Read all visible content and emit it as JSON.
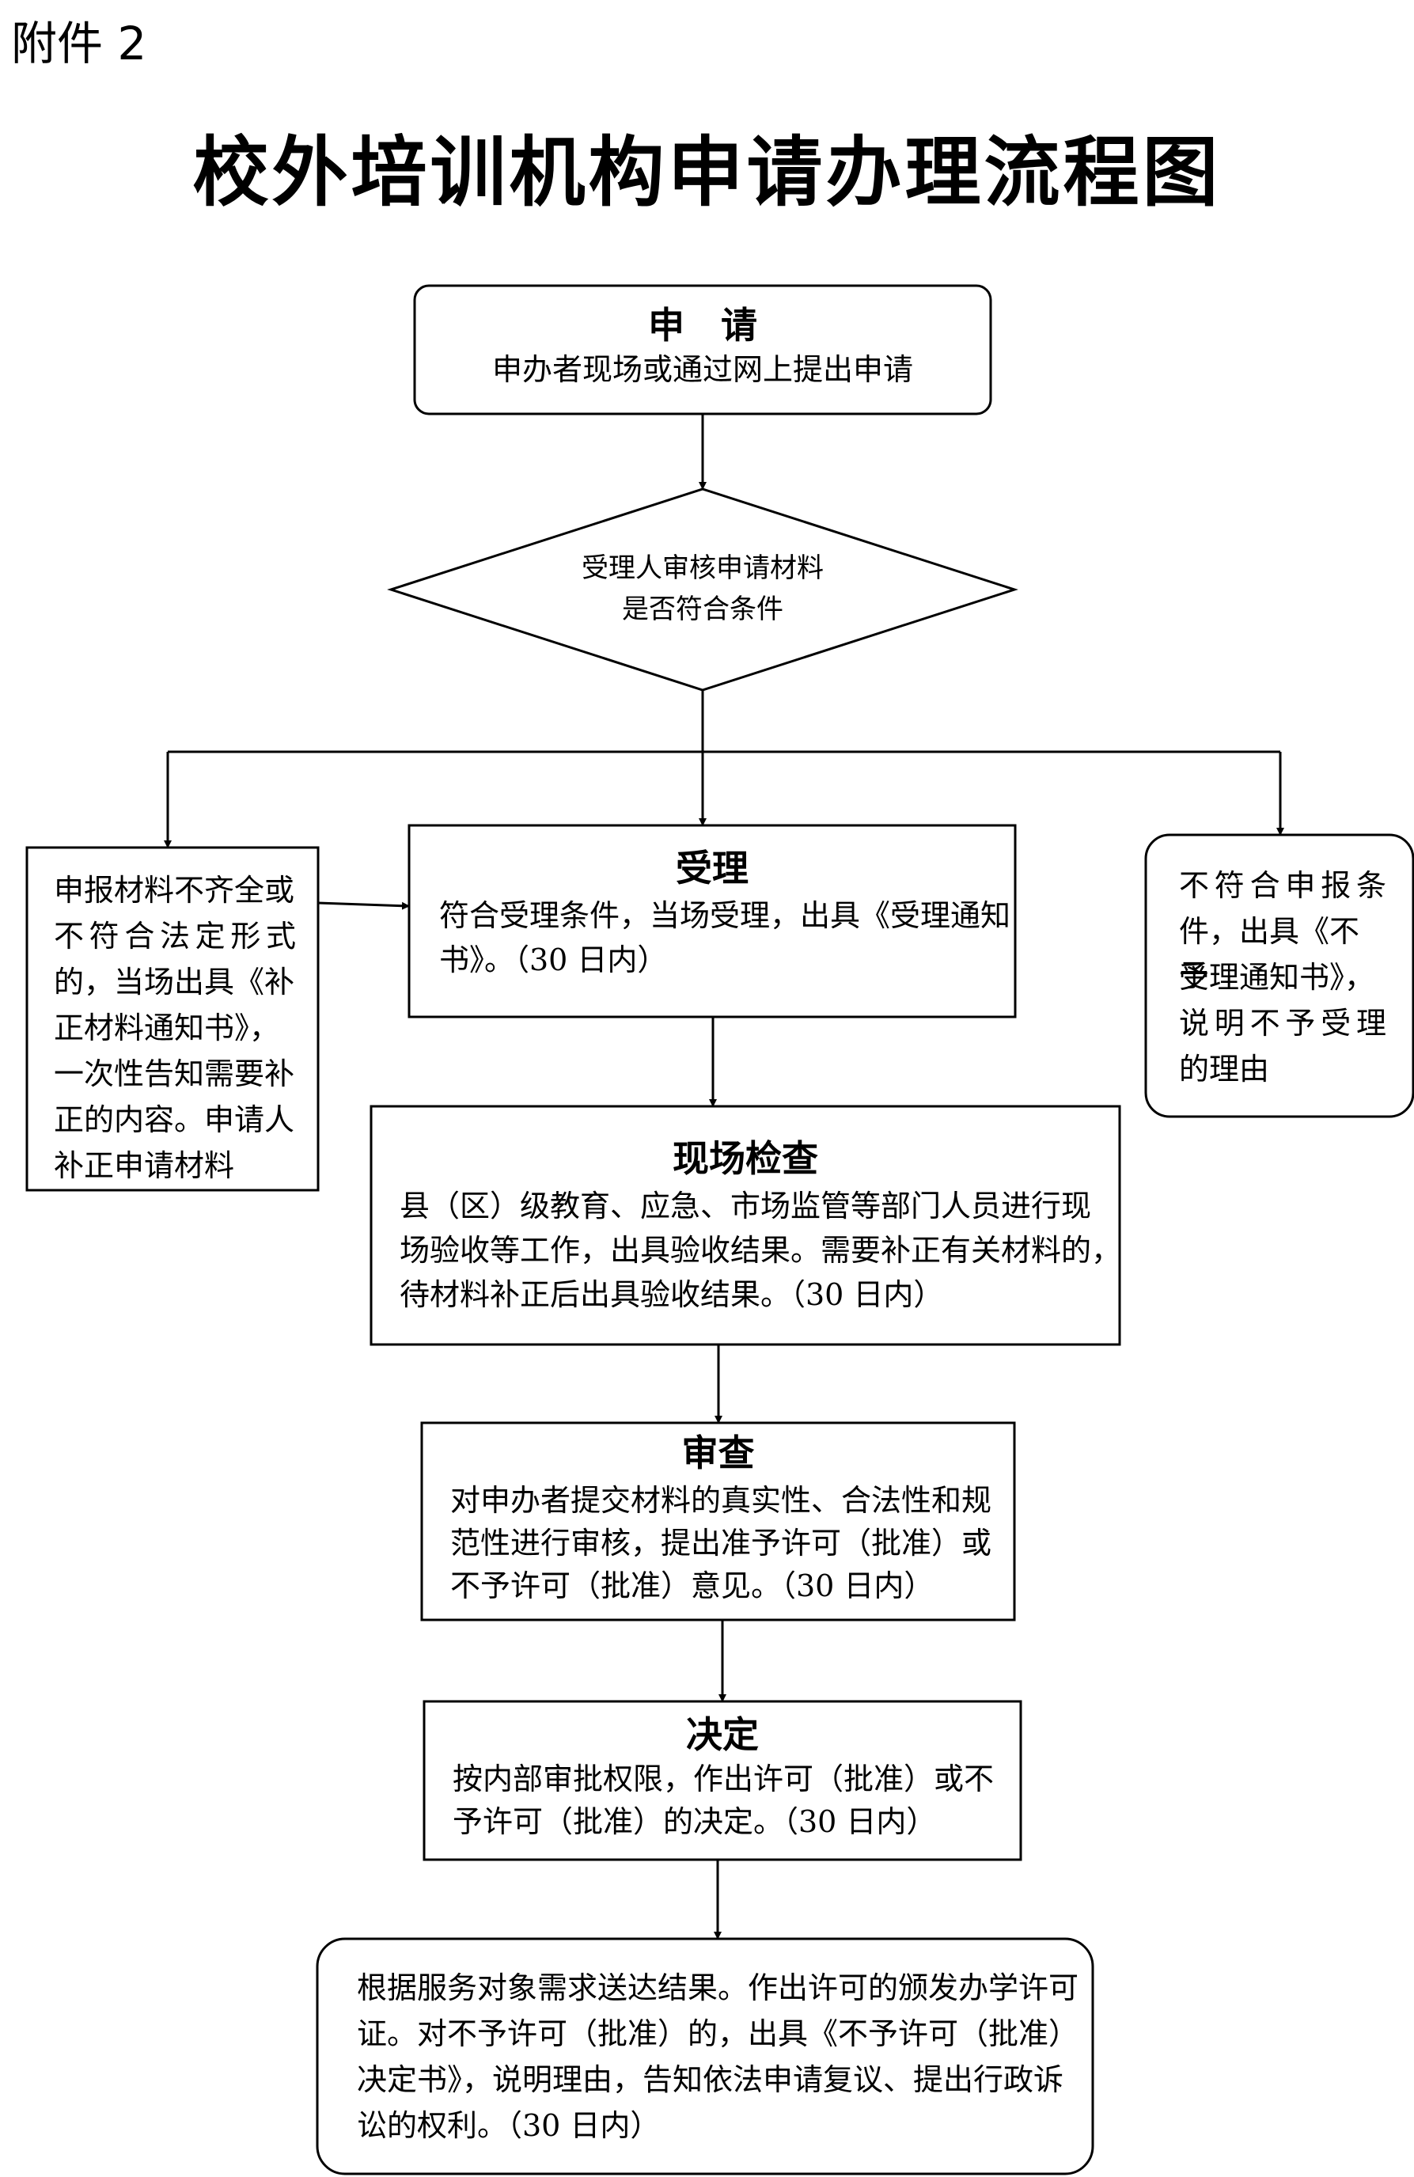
{
  "header": {
    "attachment": "附件 2",
    "title": "校外培训机构申请办理流程图"
  },
  "steps": {
    "apply": {
      "title": "申　请",
      "body": "申办者现场或通过网上提出申请"
    },
    "review_decision": {
      "line1": "受理人审核申请材料",
      "line2": "是否符合条件"
    },
    "accept": {
      "title": "受理",
      "line1": "符合受理条件，当场受理，出具《受理通知",
      "line2": "书》。（30 日内）"
    },
    "supplement": {
      "lines": [
        "申报材料不齐全或",
        "不符合法定形式",
        "的，当场出具《补",
        "正材料通知书》，",
        "一次性告知需要补",
        "正的内容。申请人",
        "补正申请材料"
      ]
    },
    "reject": {
      "lines": [
        "不符合申报条",
        "件，出具《不予",
        "受理通知书》，",
        "说明不予受理",
        "的理由"
      ]
    },
    "inspection": {
      "title": "现场检查",
      "lines": [
        "县（区）级教育、应急、市场监管等部门人员进行现",
        "场验收等工作，出具验收结果。需要补正有关材料的，",
        "待材料补正后出具验收结果。（30 日内）"
      ]
    },
    "examine": {
      "title": "审查",
      "lines": [
        "对申办者提交材料的真实性、合法性和规",
        "范性进行审核，提出准予许可（批准）或",
        "不予许可（批准）意见。（30 日内）"
      ]
    },
    "decide": {
      "title": "决定",
      "lines": [
        "按内部审批权限，作出许可（批准）或不",
        "予许可（批准）的决定。（30 日内）"
      ]
    },
    "deliver": {
      "lines": [
        "根据服务对象需求送达结果。作出许可的颁发办学许可",
        "证。对不予许可（批准）的，出具《不予许可（批准）",
        "决定书》，说明理由，告知依法申请复议、提出行政诉",
        "讼的权利。（30 日内）"
      ]
    }
  }
}
